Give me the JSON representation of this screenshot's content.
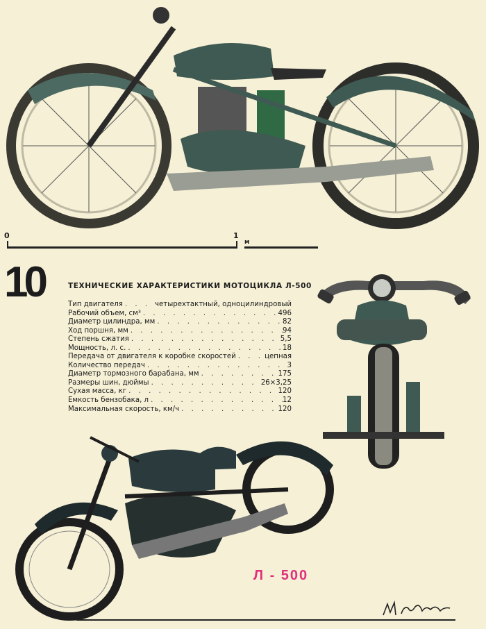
{
  "scale": {
    "zero": "0",
    "one": "1",
    "unit": "м"
  },
  "section_number": "10",
  "title": "ТЕХНИЧЕСКИЕ ХАРАКТЕРИСТИКИ МОТОЦИКЛА Л-500",
  "specs": [
    {
      "label": "Тип двигателя",
      "value": "четырехтактный, одноцилиндровый"
    },
    {
      "label": "Рабочий объем, см³",
      "value": "496"
    },
    {
      "label": "Диаметр цилиндра, мм",
      "value": "82"
    },
    {
      "label": "Ход поршня, мм",
      "value": "94"
    },
    {
      "label": "Степень сжатия",
      "value": "5,5"
    },
    {
      "label": "Мощность, л. с.",
      "value": "18"
    },
    {
      "label": "Передача от двигателя к коробке скоростей",
      "value": "цепная"
    },
    {
      "label": "Количество передач",
      "value": "3"
    },
    {
      "label": "Диаметр тормозного барабана, мм",
      "value": "175"
    },
    {
      "label": "Размеры шин, дюймы",
      "value": "26×3,25"
    },
    {
      "label": "Сухая масса, кг",
      "value": "120"
    },
    {
      "label": "Емкость бензобака, л",
      "value": "12"
    },
    {
      "label": "Максимальная скорость, км/ч",
      "value": "120"
    }
  ],
  "model_label": "Л - 500",
  "signature": "М. Петровский",
  "colors": {
    "paper": "#f5f0d6",
    "accent": "#e0317c",
    "bike": "#3f5a52"
  }
}
